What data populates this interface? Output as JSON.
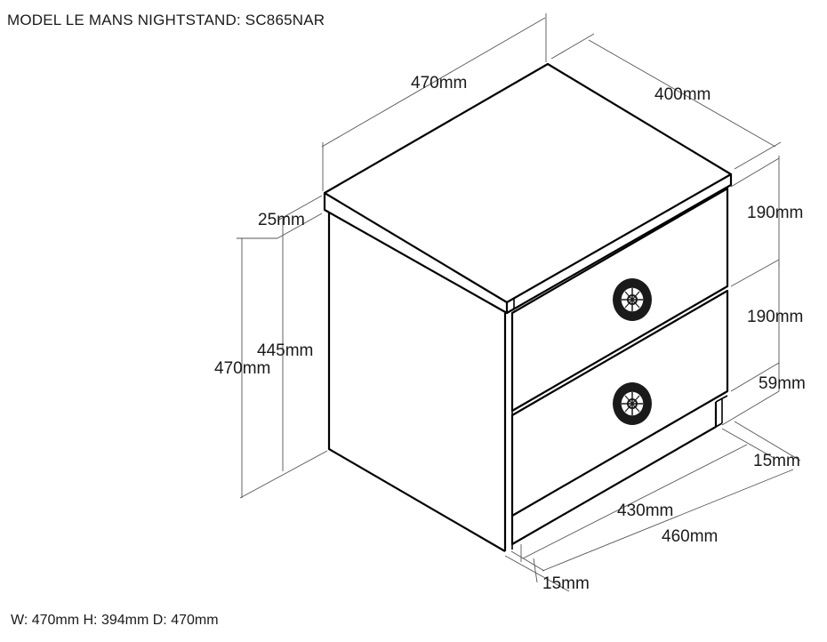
{
  "title": "MODEL LE MANS NIGHTSTAND: SC865NAR",
  "footer": "W: 470mm H: 394mm D: 470mm",
  "dimensions": {
    "top_width": "470mm",
    "top_depth": "400mm",
    "top_thickness": "25mm",
    "inner_height": "445mm",
    "overall_height": "470mm",
    "drawer_upper": "190mm",
    "drawer_lower": "190mm",
    "plinth": "59mm",
    "side_offset_right": "15mm",
    "plinth_width": "430mm",
    "body_width": "460mm",
    "side_offset_front": "15mm"
  },
  "icons": {
    "handle": "tyre-wheel-handle-icon"
  }
}
